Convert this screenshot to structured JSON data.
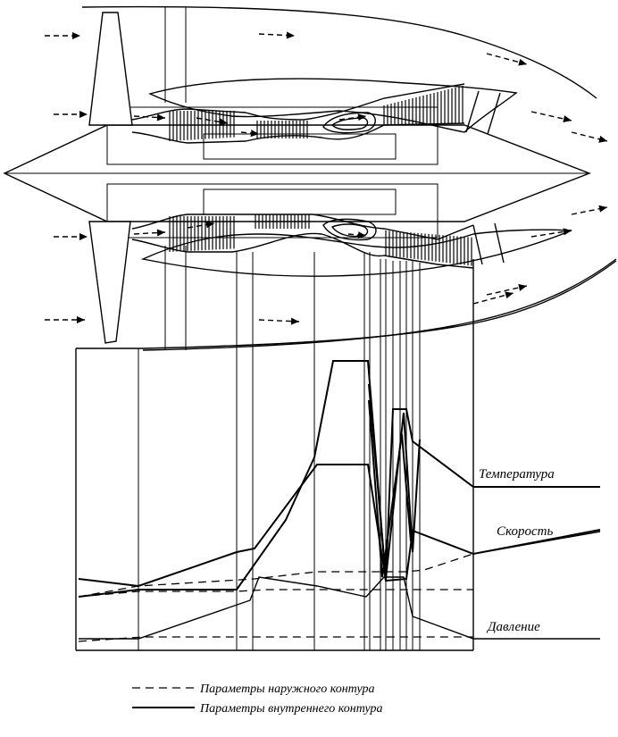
{
  "labels": {
    "temperature": "Температура",
    "velocity": "Скорость",
    "pressure": "Давление"
  },
  "legend": {
    "outer_contour": "Параметры наружного контура",
    "inner_contour": "Параметры внутреннего контура"
  },
  "colors": {
    "ink": "#000000",
    "paper": "#ffffff"
  }
}
